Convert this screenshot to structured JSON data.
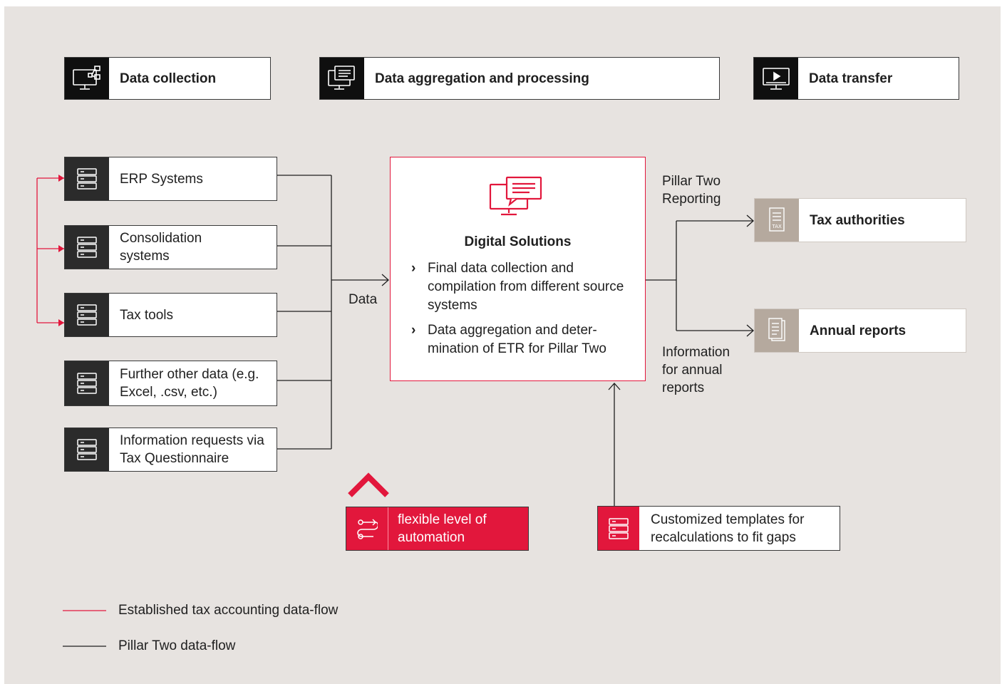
{
  "header": {
    "collection": "Data collection",
    "aggregation": "Data aggregation and processing",
    "transfer": "Data transfer"
  },
  "sources": [
    {
      "label": "ERP Systems"
    },
    {
      "label": "Consolidation systems"
    },
    {
      "label": "Tax tools"
    },
    {
      "label": "Further other data (e.g. Excel, .csv, etc.)"
    },
    {
      "label": "Information requests via Tax Questionnaire"
    }
  ],
  "flow_labels": {
    "data": "Data",
    "pillar_two_reporting": "Pillar Two Reporting",
    "annual_info": "Information for annual reports"
  },
  "digital_solutions": {
    "title": "Digital Solutions",
    "bullets": [
      "Final data collection and compilation from different source systems",
      "Data aggregation and deter-mination of ETR for Pillar Two"
    ]
  },
  "outputs": {
    "tax_authorities": "Tax authorities",
    "annual_reports": "Annual reports"
  },
  "automation": {
    "label": "flexible level of automation"
  },
  "templates": {
    "label": "Customized templates for recalculations to fit gaps"
  },
  "legend": {
    "established": "Established tax accounting data-flow",
    "pillar_two": "Pillar Two data-flow"
  },
  "colors": {
    "red": "#e2173c",
    "dark_tile": "#2b2b2b",
    "taupe_tile": "#b5a99e",
    "background": "#e7e3e0"
  }
}
